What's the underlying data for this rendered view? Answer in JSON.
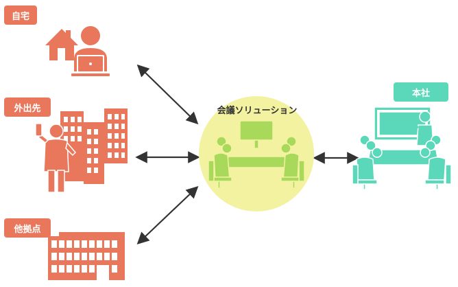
{
  "labels": {
    "home": "自宅",
    "outside": "外出先",
    "other_base": "他拠点",
    "headquarters": "本社"
  },
  "center": {
    "title": "会議ソリューション"
  },
  "colors": {
    "orange": "#e9775c",
    "green": "#5ad8b9",
    "yellow": "#f3f2a0",
    "lime": "#a8d95a",
    "arrow": "#333333"
  },
  "icons": [
    "house-icon",
    "remote-worker-icon",
    "businessman-icon",
    "office-buildings-icon",
    "meeting-room-icon",
    "presentation-meeting-icon",
    "factory-building-icon",
    "double-arrow-icon"
  ]
}
